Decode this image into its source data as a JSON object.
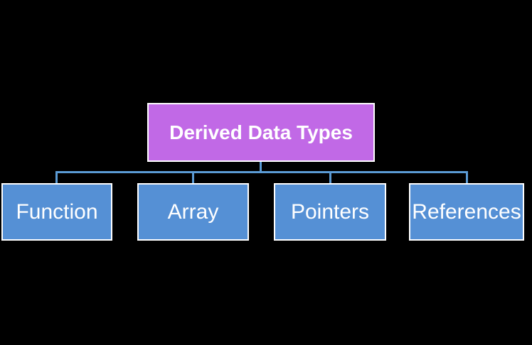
{
  "diagram": {
    "background_color": "#000000",
    "root": {
      "label": "Derived Data Types",
      "fill_color": "#c169e6",
      "border_color": "#ffffff",
      "text_color": "#ffffff"
    },
    "children": [
      {
        "label": "Function"
      },
      {
        "label": "Array"
      },
      {
        "label": "Pointers"
      },
      {
        "label": "References"
      }
    ],
    "child_fill_color": "#5590d5",
    "child_border_color": "#ffffff",
    "child_text_color": "#ffffff",
    "connector_color": "#5b9bd5"
  }
}
